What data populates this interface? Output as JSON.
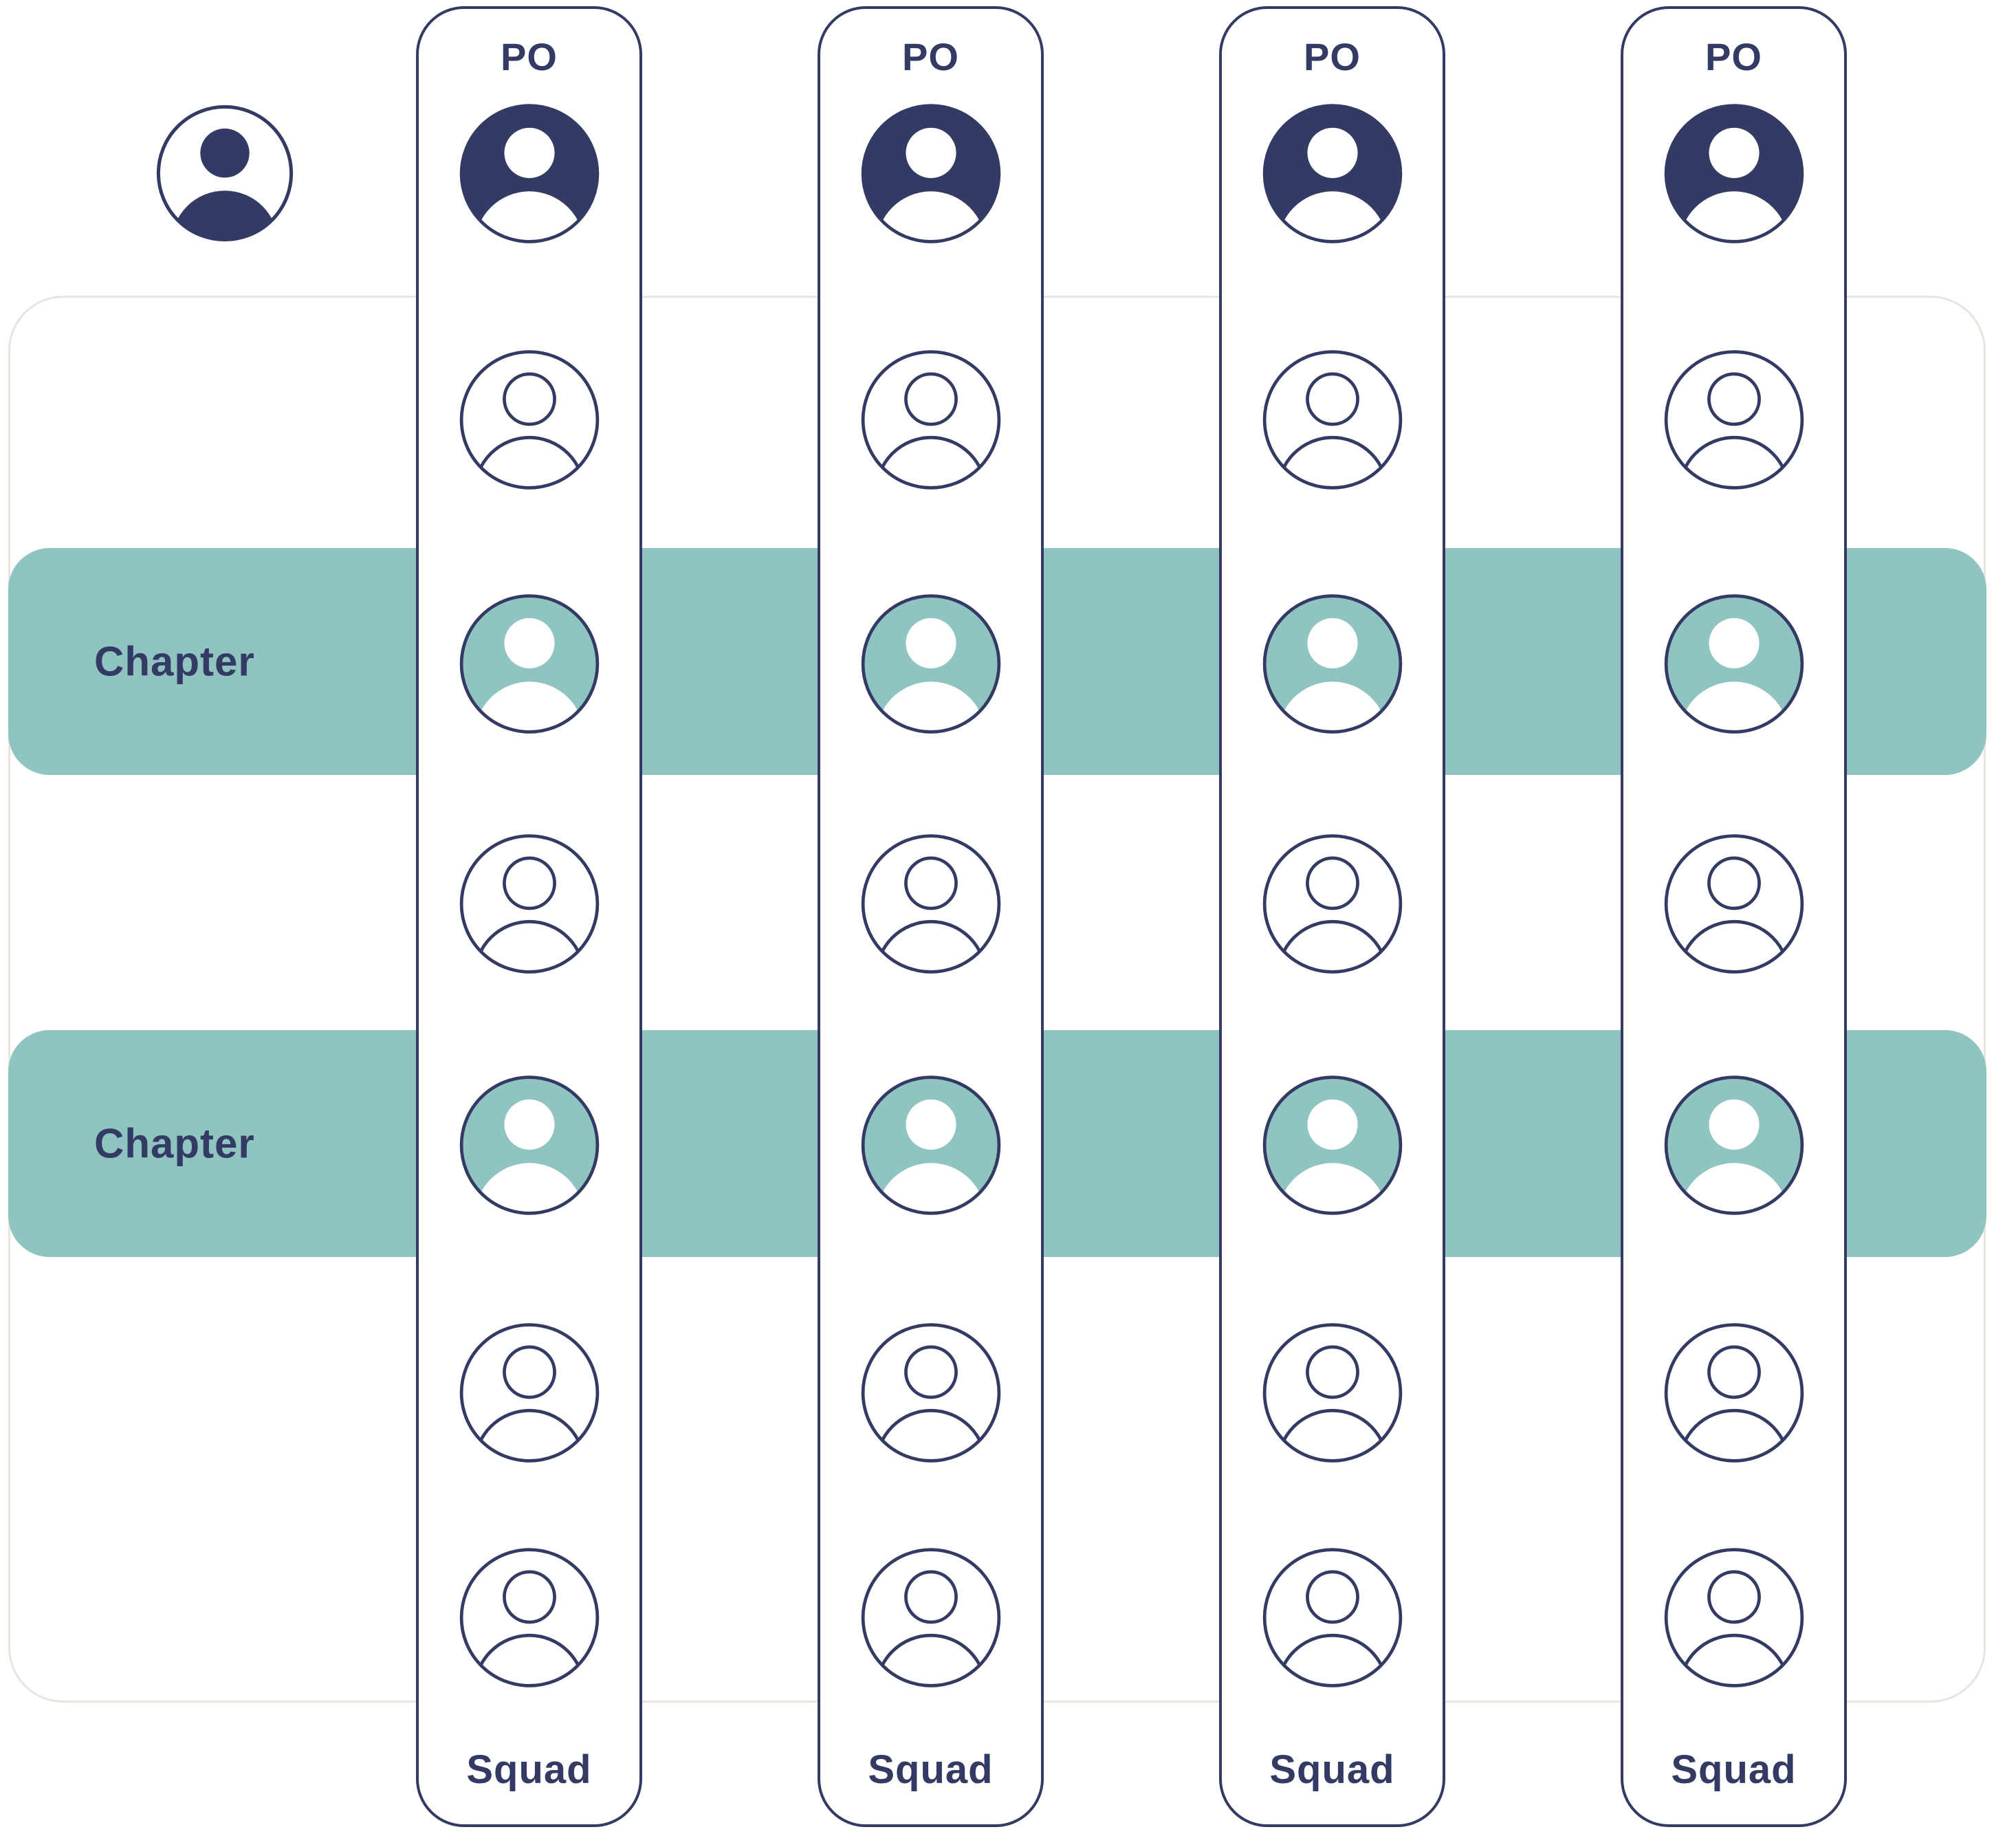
{
  "colors": {
    "navy": "#333a63",
    "teal": "#8fc4c1",
    "panel_border": "#e9e4dd",
    "white": "#ffffff"
  },
  "icons": {
    "avatar": "person-icon"
  },
  "lead": {
    "icon": "person-icon"
  },
  "chapters": [
    {
      "label": "Chapter"
    },
    {
      "label": "Chapter"
    }
  ],
  "columns": [
    {
      "top_label": "PO",
      "bottom_label": "Squad"
    },
    {
      "top_label": "PO",
      "bottom_label": "Squad"
    },
    {
      "top_label": "PO",
      "bottom_label": "Squad"
    },
    {
      "top_label": "PO",
      "bottom_label": "Squad"
    }
  ]
}
